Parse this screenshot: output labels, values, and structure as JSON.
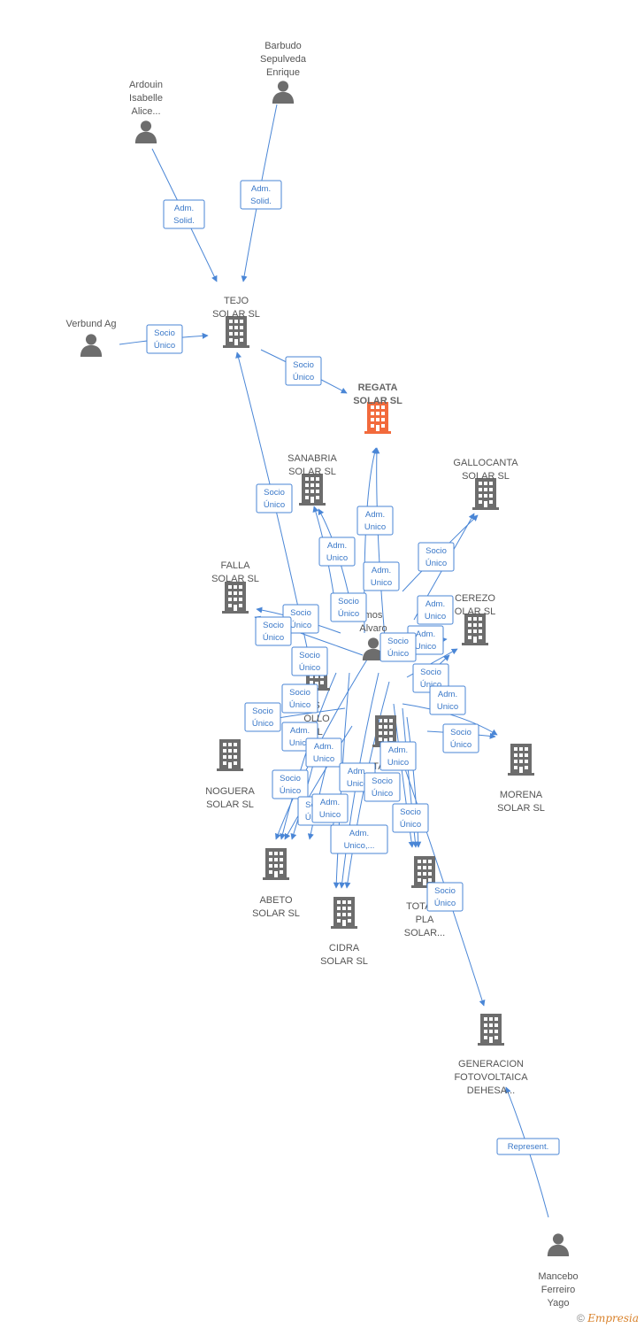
{
  "diagram": {
    "nodes": [
      {
        "id": "barbudo",
        "kind": "person",
        "label": [
          "Barbudo",
          "Sepulveda",
          "Enrique"
        ]
      },
      {
        "id": "ardouin",
        "kind": "person",
        "label": [
          "Ardouin",
          "Isabelle",
          "Alice..."
        ]
      },
      {
        "id": "verbund",
        "kind": "person",
        "label": [
          "Verbund Ag"
        ]
      },
      {
        "id": "tejo",
        "kind": "company",
        "label": [
          "TEJO",
          "SOLAR  SL"
        ]
      },
      {
        "id": "regata",
        "kind": "focus",
        "label": [
          "REGATA",
          "SOLAR  SL"
        ]
      },
      {
        "id": "sanabria",
        "kind": "company",
        "label": [
          "SANABRIA",
          "SOLAR  SL"
        ]
      },
      {
        "id": "gallocanta",
        "kind": "company",
        "label": [
          "GALLOCANTA",
          "SOLAR  SL"
        ]
      },
      {
        "id": "falla",
        "kind": "company",
        "label": [
          "FALLA",
          "SOLAR  SL"
        ]
      },
      {
        "id": "cerezo",
        "kind": "company",
        "label": [
          "CEREZO",
          "OLAR  SL"
        ]
      },
      {
        "id": "ramos",
        "kind": "person",
        "label": [
          "mos",
          "Alvaro"
        ]
      },
      {
        "id": "desarrollo",
        "kind": "company",
        "label": [
          "S",
          "OLLO",
          "SL"
        ]
      },
      {
        "id": "totalenergies",
        "kind": "company",
        "label": [
          "TOTALE    ES",
          "S",
          "SL"
        ]
      },
      {
        "id": "noguera",
        "kind": "company",
        "label": [
          "NOGUERA",
          "SOLAR  SL"
        ]
      },
      {
        "id": "morena",
        "kind": "company",
        "label": [
          "MORENA",
          "SOLAR  SL"
        ]
      },
      {
        "id": "abeto",
        "kind": "company",
        "label": [
          "ABETO",
          "SOLAR  SL"
        ]
      },
      {
        "id": "cidra",
        "kind": "company",
        "label": [
          "CIDRA",
          "SOLAR  SL"
        ]
      },
      {
        "id": "totaleplanta",
        "kind": "company",
        "label": [
          "TOTALE",
          "PLA",
          "SOLAR..."
        ]
      },
      {
        "id": "generacion",
        "kind": "company",
        "label": [
          "GENERACION",
          "FOTOVOLTAICA",
          "DEHESA..."
        ]
      },
      {
        "id": "mancebo",
        "kind": "person",
        "label": [
          "Mancebo",
          "Ferreiro",
          "Yago"
        ]
      }
    ],
    "edge_labels": [
      [
        "Adm.",
        "Solid."
      ],
      [
        "Adm.",
        "Solid."
      ],
      [
        "Socio",
        "Único"
      ],
      [
        "Socio",
        "Único"
      ],
      [
        "Socio",
        "Único"
      ],
      [
        "Adm.",
        "Unico"
      ],
      [
        "Adm.",
        "Unico"
      ],
      [
        "Adm.",
        "Unico"
      ],
      [
        "Socio",
        "Único"
      ],
      [
        "Socio",
        "Único"
      ],
      [
        "Adm.",
        "Unico"
      ],
      [
        "Socio",
        "Único"
      ],
      [
        "Socio",
        "Único"
      ],
      [
        "Adm.",
        "Unico"
      ],
      [
        "Socio",
        "Único"
      ],
      [
        "Socio",
        "Único"
      ],
      [
        "Socio",
        "Único"
      ],
      [
        "Socio",
        "Único"
      ],
      [
        "Adm.",
        "Unico"
      ],
      [
        "Socio",
        "Único"
      ],
      [
        "Adm.",
        "Unico"
      ],
      [
        "Adm.",
        "Unico"
      ],
      [
        "Socio",
        "Único"
      ],
      [
        "Adm.",
        "Unico"
      ],
      [
        "Adm.",
        "Unico"
      ],
      [
        "Socio",
        "Único"
      ],
      [
        "Socio",
        "Único"
      ],
      [
        "Socio",
        "Único"
      ],
      [
        "Adm.",
        "Unico"
      ],
      [
        "Socio",
        "Único"
      ],
      [
        "Adm.",
        "Unico,..."
      ],
      [
        "Socio",
        "Único"
      ],
      [
        "Represent."
      ]
    ]
  },
  "colors": {
    "edge": "#4a86d6",
    "icon": "#6d6d6d",
    "focus": "#f26a3c"
  },
  "footer": {
    "copyright": "©",
    "brand": "Empresia"
  }
}
